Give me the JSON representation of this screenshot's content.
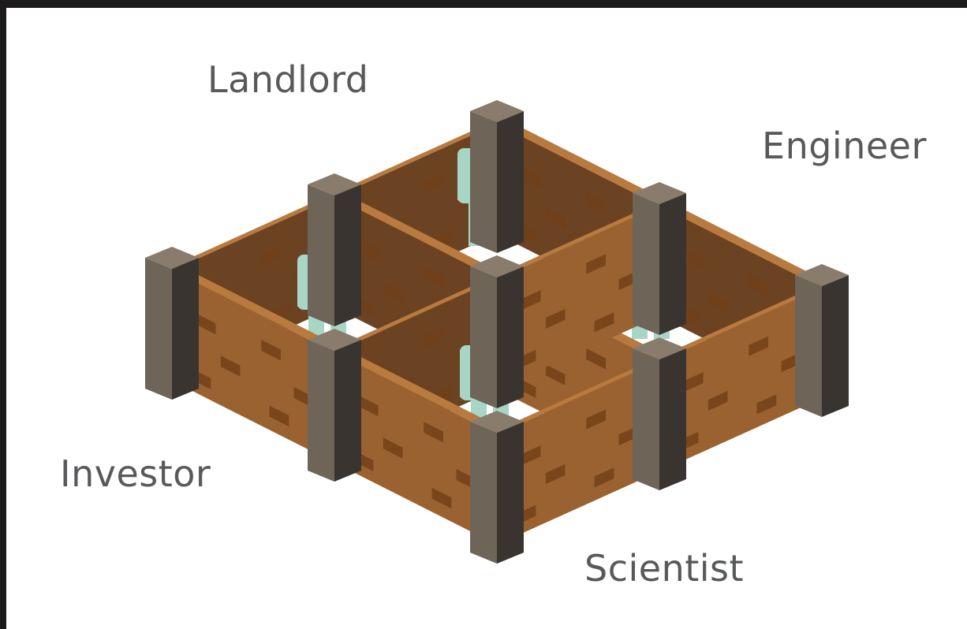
{
  "diagram": {
    "roles": [
      {
        "id": "landlord",
        "label": "Landlord"
      },
      {
        "id": "engineer",
        "label": "Engineer"
      },
      {
        "id": "investor",
        "label": "Investor"
      },
      {
        "id": "scientist",
        "label": "Scientist"
      }
    ],
    "colors": {
      "background": "#ffffff",
      "frame": "#1c1a1a",
      "wall_front": "#9a6230",
      "wall_top": "#b87a3e",
      "wall_inner": "#6b4222",
      "brick": "#704018",
      "pillar_left": "#6e6458",
      "pillar_right": "#3a3430",
      "pillar_top": "#8a7c6c",
      "person": "#a8d6c6",
      "label_text": "#58595b"
    },
    "icons": [
      "person-icon",
      "brick-wall",
      "pillar"
    ]
  }
}
